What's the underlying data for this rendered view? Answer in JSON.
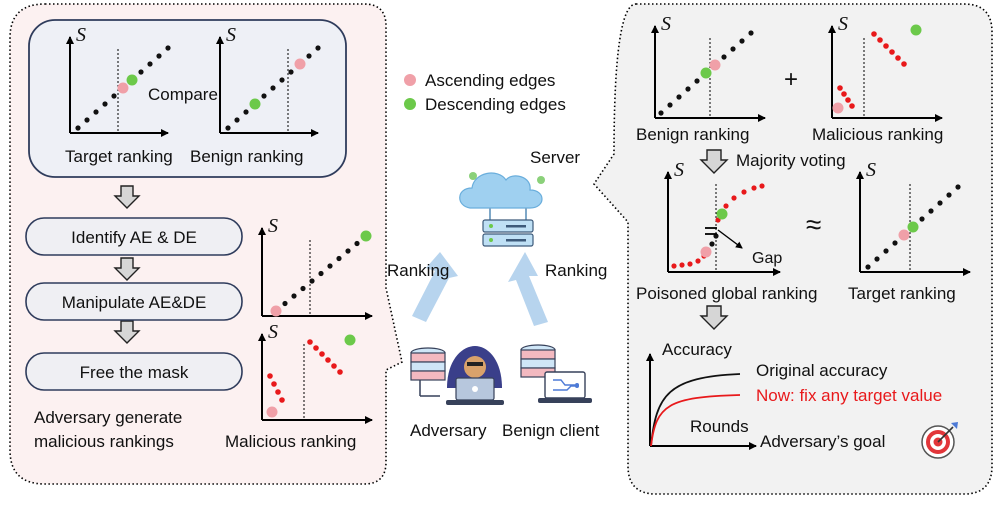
{
  "colors": {
    "ascending": "#f0a0a8",
    "descending": "#6cc94a",
    "malicious_dot": "#e8191b",
    "left_panel_bg": "#fcf1f1",
    "right_panel_bg": "#f2f2f2",
    "server_bg": "#f5f5f5",
    "arrow_blue": "#b7d4ee",
    "red_text": "#e8191b",
    "box_fill": "#efeff3",
    "box_stroke": "#2f3c5c"
  },
  "axis_symbol": "S",
  "left": {
    "compare_label": "Compare",
    "target_ranking_label": "Target ranking",
    "benign_ranking_label": "Benign ranking",
    "steps": [
      "Identify AE & DE",
      "Manipulate AE&DE",
      "Free the mask"
    ],
    "caption_line1": "Adversary generate",
    "caption_line2": "malicious rankings",
    "malicious_ranking_label": "Malicious ranking"
  },
  "center": {
    "legend_ascending": "Ascending edges",
    "legend_descending": "Descending edges",
    "server_label": "Server",
    "ranking_left": "Ranking",
    "ranking_right": "Ranking",
    "adversary_label": "Adversary",
    "benign_client_label": "Benign client"
  },
  "right": {
    "benign_ranking_label": "Benign ranking",
    "plus": "+",
    "malicious_ranking_label": "Malicious ranking",
    "majority_voting": "Majority voting",
    "gap": "Gap",
    "approx": "≈",
    "poisoned_label": "Poisoned global ranking",
    "target_label": "Target ranking",
    "accuracy": "Accuracy",
    "original_accuracy": "Original accuracy",
    "now_fix": "Now: fix any target value",
    "rounds": "Rounds",
    "goal": "Adversary’s goal"
  }
}
